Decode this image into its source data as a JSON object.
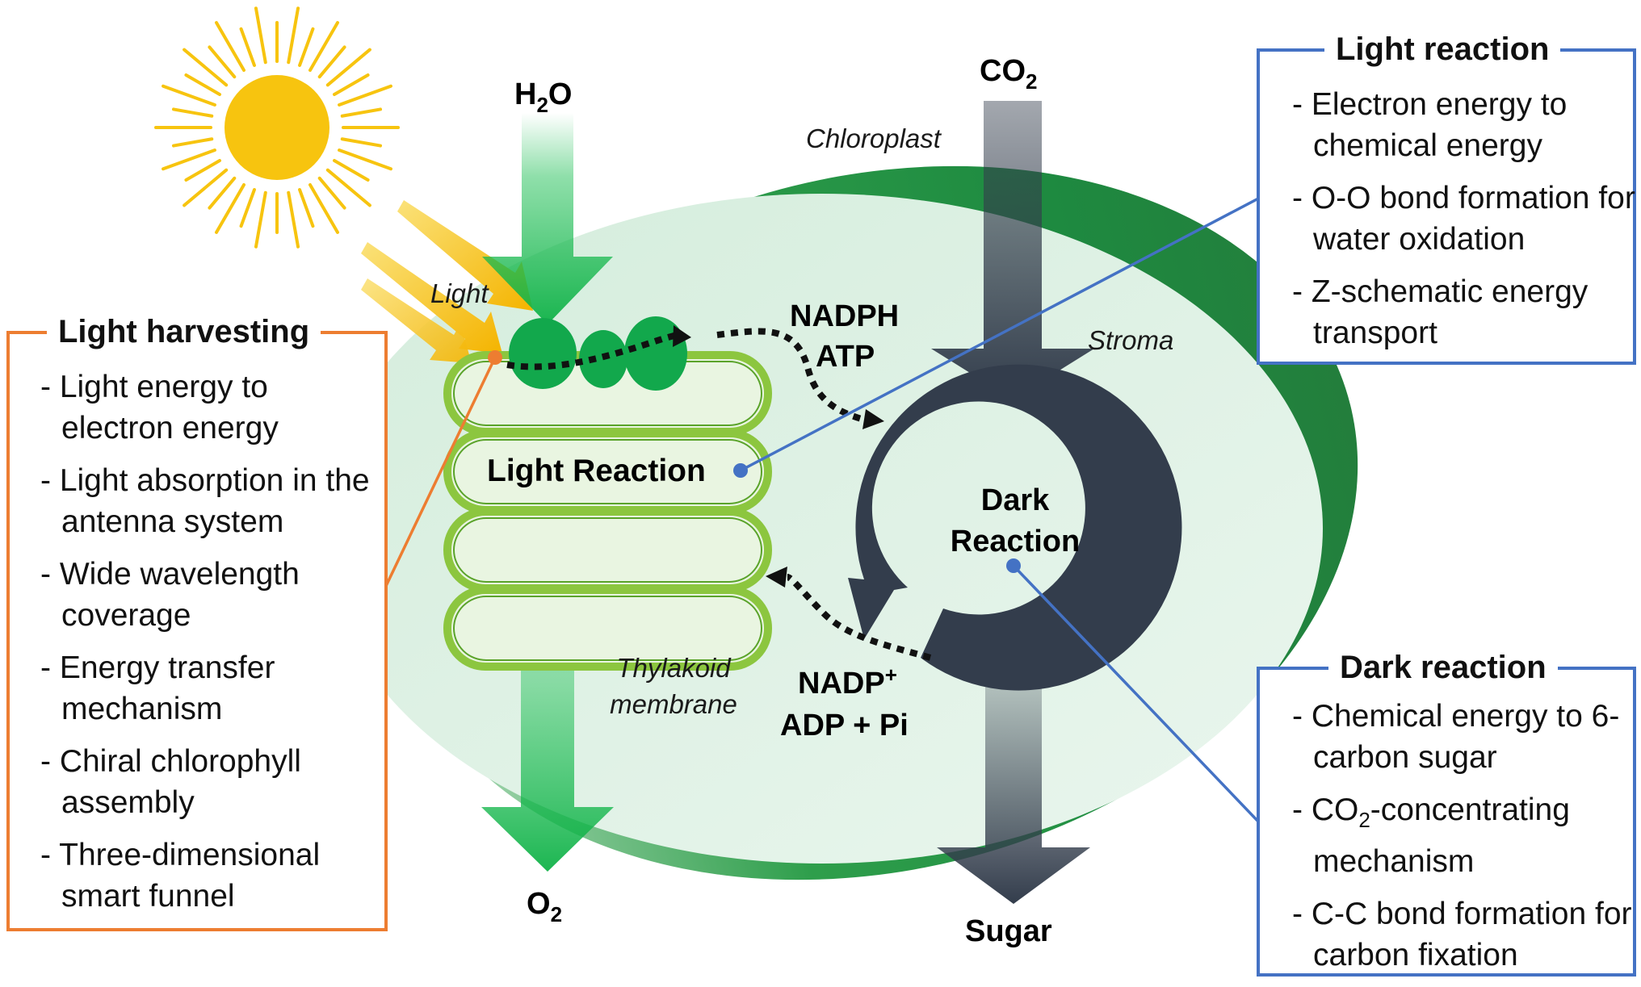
{
  "labels": {
    "h2o_main": "H",
    "h2o_sub": "2",
    "h2o_tail": "O",
    "co2_main": "CO",
    "co2_sub": "2",
    "o2_main": "O",
    "o2_sub": "2",
    "sugar": "Sugar",
    "chloroplast": "Chloroplast",
    "stroma": "Stroma",
    "light": "Light",
    "nadph": "NADPH",
    "atp": "ATP",
    "nadp_main": "NADP",
    "nadp_sup": "+",
    "adp": "ADP + Pi",
    "light_reaction": "Light Reaction",
    "dark_reaction_line1": "Dark",
    "dark_reaction_line2": "Reaction",
    "thylakoid_line1": "Thylakoid",
    "thylakoid_line2": "membrane"
  },
  "light_harvesting": {
    "title": "Light harvesting",
    "items": [
      "Light energy to electron energy",
      "Light absorption in the antenna system",
      "Wide wavelength coverage",
      "Energy transfer mechanism",
      "Chiral chlorophyll assembly",
      "Three-dimensional smart funnel"
    ]
  },
  "light_reaction": {
    "title": "Light reaction",
    "items": [
      "Electron energy to chemical energy",
      "O-O bond formation for water oxidation",
      "Z-schematic energy transport"
    ]
  },
  "dark_reaction": {
    "title": "Dark reaction",
    "item1": "Chemical energy to 6-carbon sugar",
    "item2_main": "CO",
    "item2_sub": "2",
    "item2_tail": "-concentrating mechanism",
    "item3": "C-C bond formation for carbon fixation"
  },
  "colors": {
    "chloroplast_green": "#1E9A48",
    "stroma_fill": "#E3F3EA",
    "thylakoid_green": "#8CC63F",
    "dark_cycle": "#333D4C",
    "sun": "#F7C40F",
    "orange": "#ED7D31",
    "blue": "#4472C4"
  }
}
